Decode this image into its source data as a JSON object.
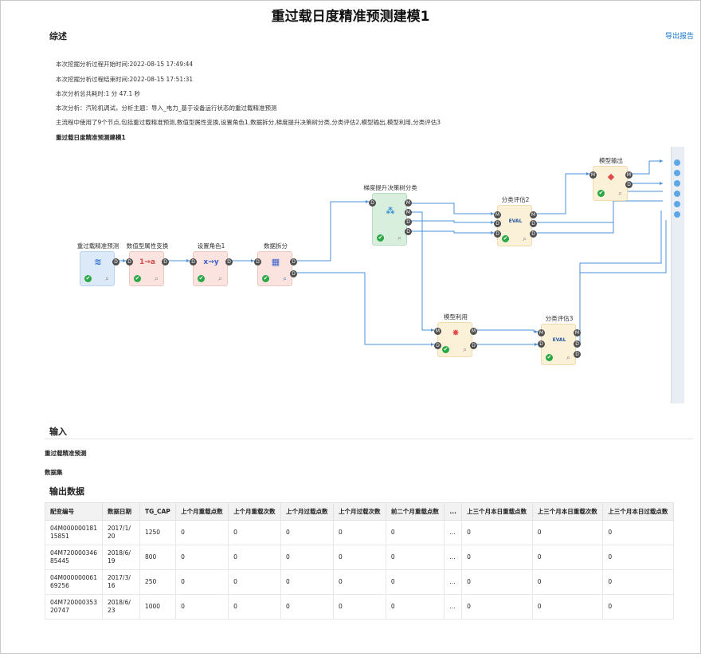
{
  "page": {
    "title": "重过载日度精准预测建模1",
    "summary_label": "综述",
    "export_label": "导出报告"
  },
  "summary": {
    "lines": [
      "本次挖掘分析过程开始时间:2022-08-15 17:49:44",
      "本次挖掘分析过程结束时间:2022-08-15 17:51:31",
      "本次分析总共耗时:1 分 47.1 秒",
      "本次分析：汽轮机调试，分析主题：导入_电力_基于设备运行状态的重过载精准预测",
      "主流程中使用了9个节点,包括重过载精准预测,数值型属性变换,设置角色1,数据拆分,梯度提升决策树分类,分类评估2,模型输出,模型利用,分类评估3"
    ],
    "flow_title": "重过载日度精准预测建模1"
  },
  "flow": {
    "nodes": [
      {
        "key": "n1",
        "label": "重过载精准预测",
        "icon_name": "database-icon",
        "glyph": "≋",
        "color": "#2f6fd6"
      },
      {
        "key": "n2",
        "label": "数值型属性变换",
        "icon_name": "transform-icon",
        "glyph": "1→a",
        "color": "#d64a4a"
      },
      {
        "key": "n3",
        "label": "设置角色1",
        "icon_name": "role-icon",
        "glyph": "x→y",
        "color": "#3a5fcd"
      },
      {
        "key": "n4",
        "label": "数据拆分",
        "icon_name": "split-icon",
        "glyph": "▦",
        "color": "#3a5fcd"
      },
      {
        "key": "n5",
        "label": "梯度提升决策树分类",
        "icon_name": "gbdt-icon",
        "glyph": "⁂",
        "color": "#3a8fd6"
      },
      {
        "key": "n6",
        "label": "分类评估2",
        "icon_name": "eval-icon",
        "glyph": "EVAL",
        "color": "#2a5aa0"
      },
      {
        "key": "n7",
        "label": "模型输出",
        "icon_name": "model-output-icon",
        "glyph": "◆",
        "color": "#e24a4a"
      },
      {
        "key": "n8",
        "label": "模型利用",
        "icon_name": "model-use-icon",
        "glyph": "✸",
        "color": "#e24a4a"
      },
      {
        "key": "n9",
        "label": "分类评估3",
        "icon_name": "eval-icon",
        "glyph": "EVAL",
        "color": "#2a5aa0"
      }
    ],
    "port_labels": {
      "data": "D",
      "model": "M"
    }
  },
  "input": {
    "section_label": "输入",
    "source_name": "重过载精准预测",
    "dataset_label": "数据集",
    "output_label": "输出数据"
  },
  "table": {
    "headers": [
      "配变编号",
      "数据日期",
      "TG_CAP",
      "上个月重载点数",
      "上个月重载次数",
      "上个月过载点数",
      "上个月过载次数",
      "前二个月重载点数",
      "...",
      "上三个月本日重载点数",
      "上三个月本日重载次数",
      "上三个月本日过载点数"
    ],
    "rows": [
      [
        "04M000000181 15851",
        "2017/1/ 20",
        "1250",
        "0",
        "0",
        "0",
        "0",
        "0",
        "...",
        "0",
        "0",
        "0"
      ],
      [
        "04M720000346 85445",
        "2018/6/ 19",
        "800",
        "0",
        "0",
        "0",
        "0",
        "0",
        "...",
        "0",
        "0",
        "0"
      ],
      [
        "04M000000061 69256",
        "2017/3/ 16",
        "250",
        "0",
        "0",
        "0",
        "0",
        "0",
        "...",
        "0",
        "0",
        "0"
      ],
      [
        "04M720000353 20747",
        "2018/6/ 23",
        "1000",
        "0",
        "0",
        "0",
        "0",
        "0",
        "...",
        "0",
        "0",
        "0"
      ]
    ]
  },
  "colors": {
    "accent": "#1677cc",
    "status_ok": "#2aa845",
    "edge": "#4a8fd8",
    "node_source": "#dce9f8",
    "node_transform": "#fbe3e0",
    "node_model": "#d9efdd",
    "node_eval": "#fbf0d8"
  }
}
